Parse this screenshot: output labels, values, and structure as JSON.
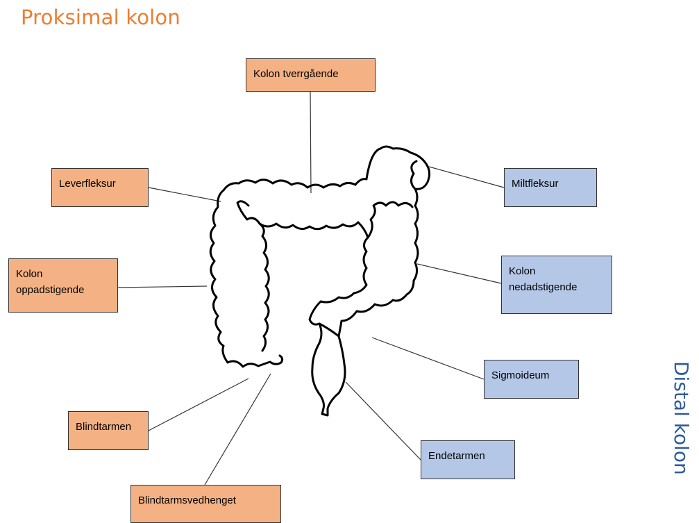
{
  "title_proximal": "Proksimal kolon",
  "title_distal": "Distal kolon",
  "colors": {
    "proximal": "#f4b183",
    "distal": "#b4c7e7",
    "proximal_title": "#ed7d31",
    "distal_title": "#2e5c9a"
  },
  "labels": {
    "transverse": "Kolon tverrgående",
    "hepatic_flexure": "Leverfleksur",
    "ascending_1": "Kolon",
    "ascending_2": "oppadstigende",
    "cecum": "Blindtarmen",
    "appendix": "Blindtarmsvedhenget",
    "splenic_flexure": "Miltfleksur",
    "descending_1": "Kolon",
    "descending_2": "nedadstigende",
    "sigmoid": "Sigmoideum",
    "rectum": "Endetarmen"
  }
}
